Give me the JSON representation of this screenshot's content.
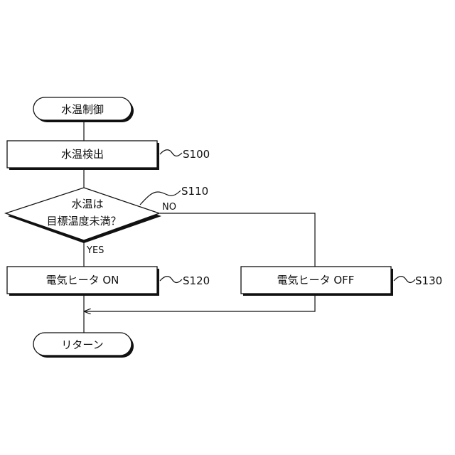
{
  "nodes": {
    "start": {
      "text": "水温制御"
    },
    "detect": {
      "text": "水温検出",
      "step": "S100"
    },
    "decision": {
      "line1": "水温は",
      "line2": "目標温度未満？",
      "step": "S110"
    },
    "heater_on": {
      "text": "電気ヒータ ON",
      "step": "S120"
    },
    "heater_off": {
      "text": "電気ヒータ OFF",
      "step": "S130"
    },
    "end": {
      "text": "リターン"
    }
  },
  "branches": {
    "yes": "YES",
    "no": "NO"
  }
}
